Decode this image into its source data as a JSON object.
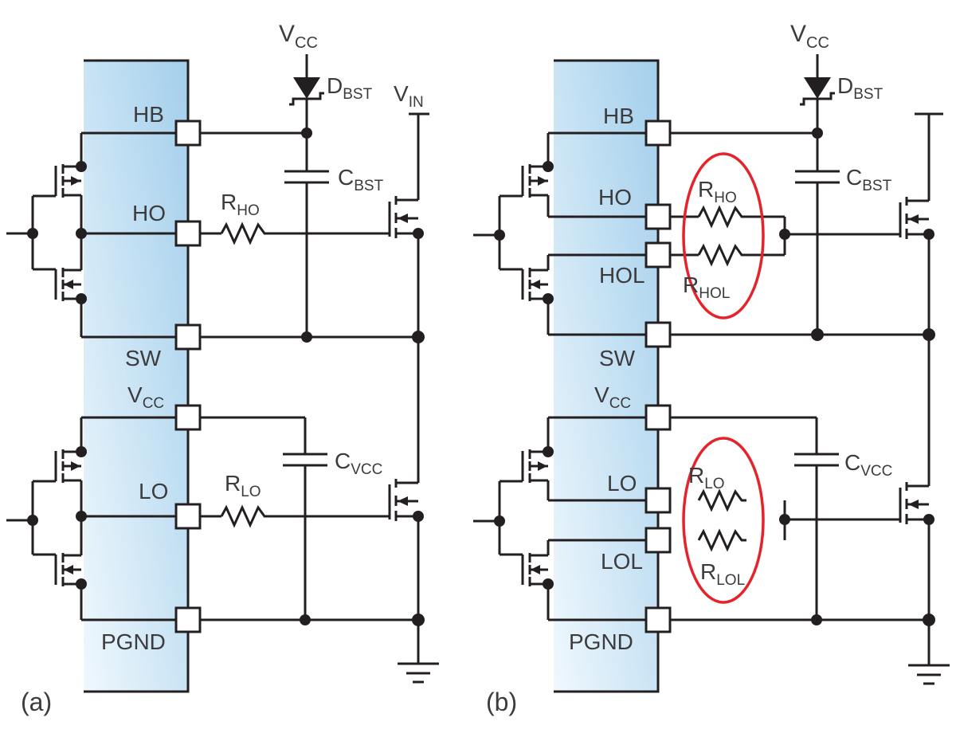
{
  "colors": {
    "wire": "#231f20",
    "text": "#3c3c3e",
    "red": "#e5232b",
    "bar_light": "#f0f8fd",
    "bar_dark": "#a3cfec",
    "bg": "#ffffff"
  },
  "panel_a": {
    "label": "(a)",
    "ic_pins": {
      "hb": "HB",
      "ho": "HO",
      "sw": "SW",
      "vcc": {
        "main": "V",
        "sub": "CC"
      },
      "lo": "LO",
      "pgnd": "PGND"
    },
    "components": {
      "vcc_supply": {
        "main": "V",
        "sub": "CC"
      },
      "d_bst": {
        "main": "D",
        "sub": "BST"
      },
      "v_in": {
        "main": "V",
        "sub": "IN"
      },
      "c_bst": {
        "main": "C",
        "sub": "BST"
      },
      "r_ho": {
        "main": "R",
        "sub": "HO"
      },
      "c_vcc": {
        "main": "C",
        "sub": "VCC"
      },
      "r_lo": {
        "main": "R",
        "sub": "LO"
      }
    }
  },
  "panel_b": {
    "label": "(b)",
    "ic_pins": {
      "hb": "HB",
      "ho": "HO",
      "hol": "HOL",
      "sw": "SW",
      "vcc": {
        "main": "V",
        "sub": "CC"
      },
      "lo": "LO",
      "lol": "LOL",
      "pgnd": "PGND"
    },
    "components": {
      "vcc_supply": {
        "main": "V",
        "sub": "CC"
      },
      "d_bst": {
        "main": "D",
        "sub": "BST"
      },
      "c_bst": {
        "main": "C",
        "sub": "BST"
      },
      "r_ho": {
        "main": "R",
        "sub": "HO"
      },
      "r_hol": {
        "main": "R",
        "sub": "HOL"
      },
      "c_vcc": {
        "main": "C",
        "sub": "VCC"
      },
      "r_lo": {
        "main": "R",
        "sub": "LO"
      },
      "r_lol": {
        "main": "R",
        "sub": "LOL"
      }
    }
  }
}
